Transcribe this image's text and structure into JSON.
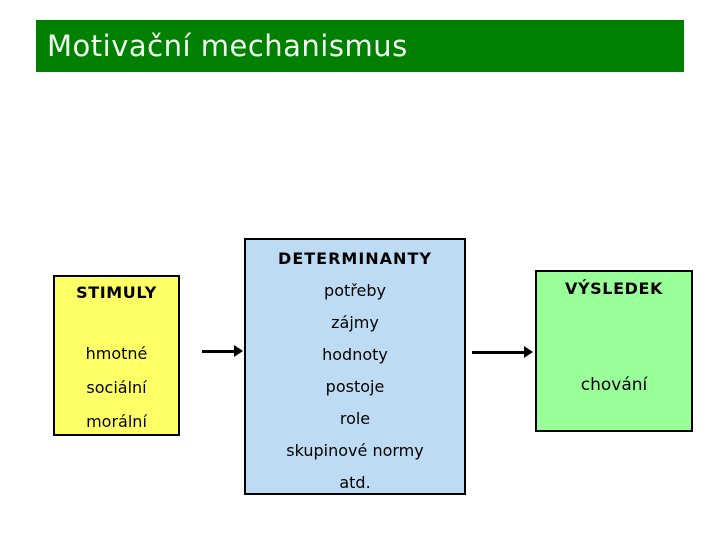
{
  "slide": {
    "title": "Motivační mechanismus"
  },
  "diagram": {
    "stimuly": {
      "title": "STIMULY",
      "items": [
        "hmotné",
        "sociální",
        "morální"
      ]
    },
    "determinanty": {
      "title": "DETERMINANTY",
      "items": [
        "potřeby",
        "zájmy",
        "hodnoty",
        "postoje",
        "role",
        "skupinové normy",
        "atd."
      ]
    },
    "vysledek": {
      "title": "VÝSLEDEK",
      "items": [
        "chování"
      ]
    }
  },
  "colors": {
    "header_bg": "#008000",
    "header_text": "#f1fff1",
    "stimuly_bg": "#ffff66",
    "determinanty_bg": "#bddcf4",
    "vysledek_bg": "#99ff99",
    "border": "#000000",
    "arrow": "#000000"
  }
}
